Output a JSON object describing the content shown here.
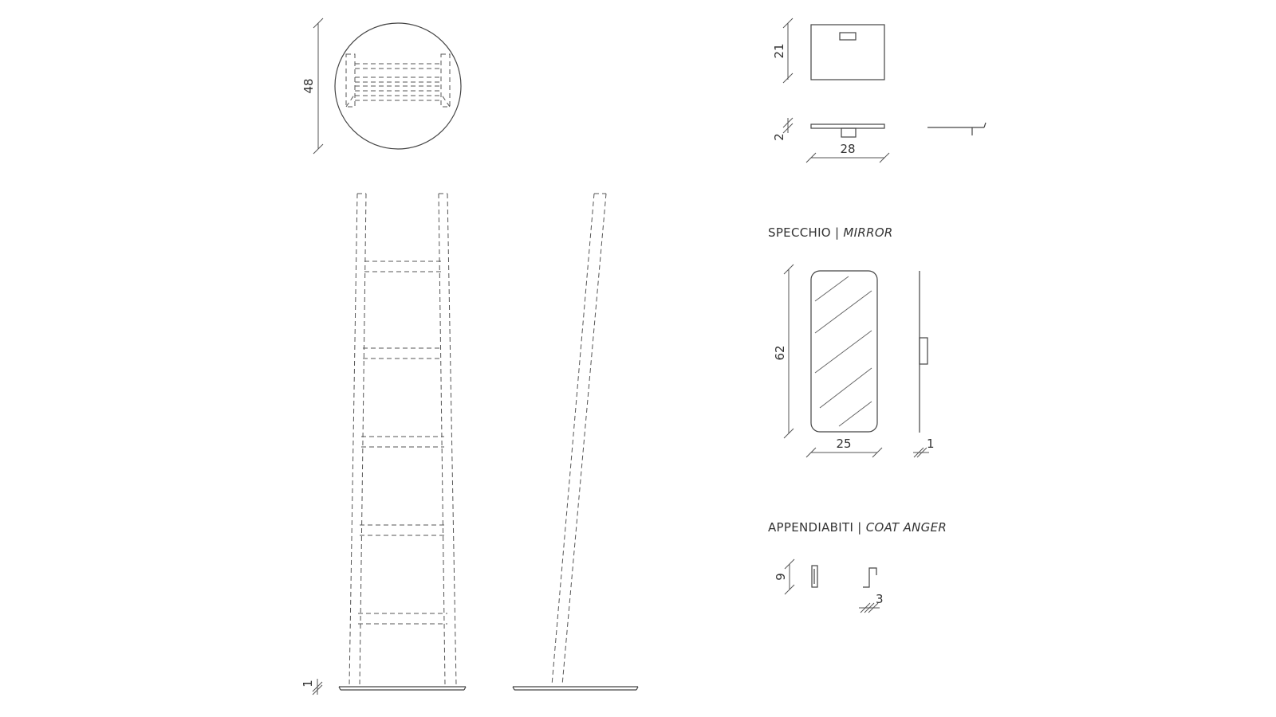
{
  "dimensions": {
    "shelf_height": "21",
    "shelf_thickness": "2",
    "shelf_width": "28",
    "base_diameter": "48",
    "base_thickness": "1",
    "mirror_height": "62",
    "mirror_width": "25",
    "mirror_thickness": "1",
    "hanger_height": "9",
    "hanger_depth": "3"
  },
  "labels": {
    "mirror_it": "SPECCHIO | ",
    "mirror_en": "MIRROR",
    "coat_it": "APPENDIABITI | ",
    "coat_en": "COAT ANGER"
  }
}
